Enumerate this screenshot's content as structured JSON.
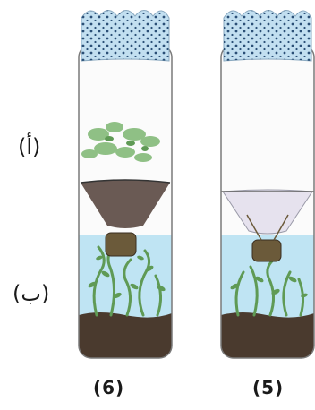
{
  "labels": {
    "top_side": "(أ)",
    "bottom_side": "(ب)",
    "left_bottle": "(6)",
    "right_bottle": "(5)"
  },
  "colors": {
    "cap": "#c2dff0",
    "cap_dot": "#2a4f76",
    "water": "#bfe4f3",
    "soil": "#4a3a2e",
    "plant": "#5f9a55",
    "leaf": "#8fc085",
    "outline": "#7a7a7a"
  }
}
